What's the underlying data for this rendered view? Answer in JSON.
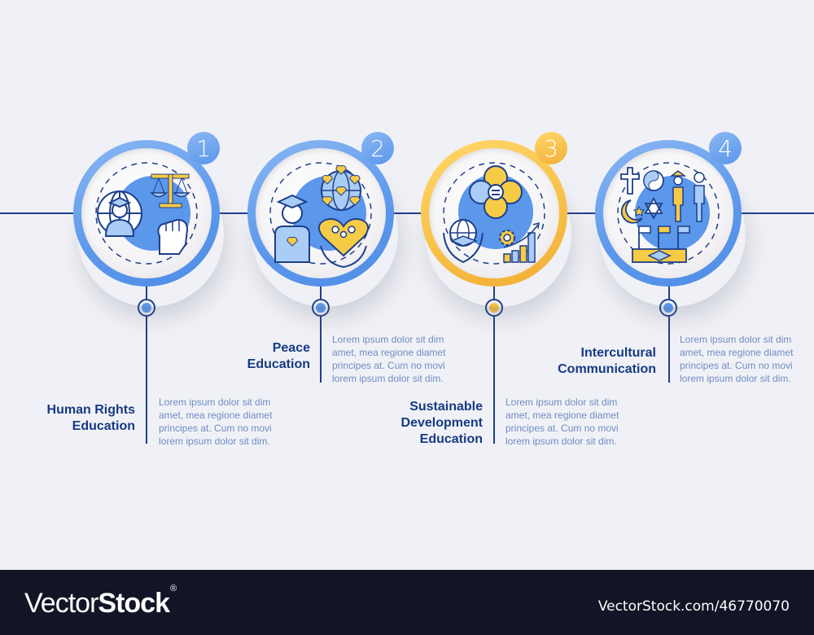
{
  "colors": {
    "background": "#f0f1f6",
    "line": "#1e3f8a",
    "blue_ring": "#5b97eb",
    "yellow_ring": "#f8bf45",
    "title": "#163a84",
    "description": "#6f8cc4",
    "footer": "#131526",
    "icon_yellow": "#f6cb45",
    "icon_light_blue": "#a9cdf6"
  },
  "steps": [
    {
      "number": "1",
      "title_line1": "Human Rights",
      "title_line2": "Education",
      "description": "Lorem ipsum dolor sit dim amet, mea regione diamet principes at. Cum no movi lorem ipsum dolor sit dim.",
      "accent": "blue",
      "icon": "human-rights-icon"
    },
    {
      "number": "2",
      "title_line1": "Peace",
      "title_line2": "Education",
      "description": "Lorem ipsum dolor sit dim amet, mea regione diamet principes at. Cum no movi lorem ipsum dolor sit dim.",
      "accent": "blue",
      "icon": "peace-education-icon"
    },
    {
      "number": "3",
      "title_line1": "Sustainable",
      "title_line2": "Development",
      "title_line3": "Education",
      "description": "Lorem ipsum dolor sit dim amet, mea regione diamet principes at. Cum no movi lorem ipsum dolor sit dim.",
      "accent": "yellow",
      "icon": "sustainable-development-icon"
    },
    {
      "number": "4",
      "title_line1": "Intercultural",
      "title_line2": "Communication",
      "description": "Lorem ipsum dolor sit dim amet, mea regione diamet principes at. Cum no movi lorem ipsum dolor sit dim.",
      "accent": "blue",
      "icon": "intercultural-communication-icon"
    }
  ],
  "footer": {
    "brand_light": "Vector",
    "brand_bold": "Stock",
    "brand_mark": "®",
    "url": "VectorStock.com/46770070"
  }
}
